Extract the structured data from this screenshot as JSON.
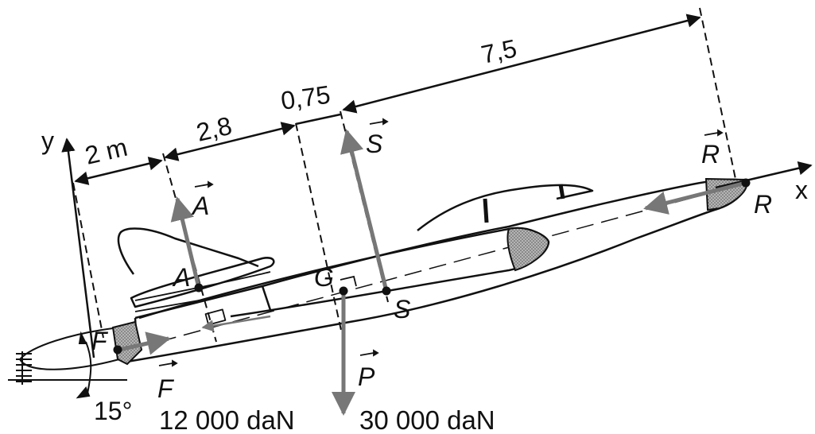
{
  "diagram": {
    "axes": {
      "y_label": "y",
      "x_label": "x"
    },
    "dimensions": {
      "d1": "2 m",
      "d2": "2,8",
      "d3": "0,75",
      "d4": "7,5"
    },
    "points": {
      "A": "A",
      "G": "G",
      "S": "S",
      "F": "F",
      "R": "R"
    },
    "vectors": {
      "A": "A",
      "S": "S",
      "R": "R",
      "F": "F",
      "P": "P"
    },
    "angle": "15°",
    "forces": {
      "F_value": "12 000 daN",
      "P_value": "30 000 daN"
    },
    "colors": {
      "ink": "#111111",
      "force_gray": "#777777",
      "hatch_gray": "#9a9a9a"
    }
  }
}
